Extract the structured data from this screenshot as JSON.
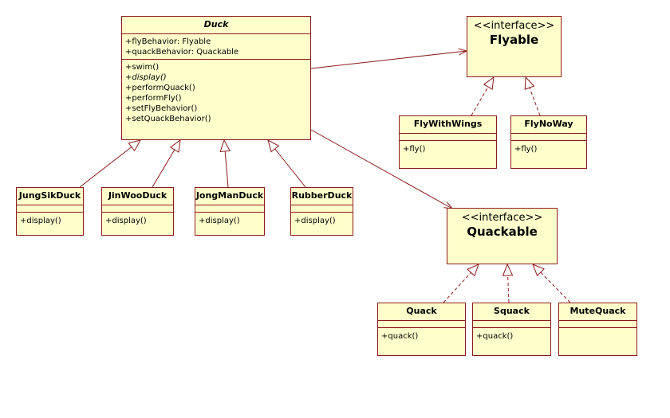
{
  "diagram": {
    "duck": {
      "name": "Duck",
      "attributes": [
        "+flyBehavior: Flyable",
        "+quackBehavior: Quackable"
      ],
      "operations": [
        "+swim()",
        "+display()",
        "+performQuack()",
        "+performFly()",
        "+setFlyBehavior()",
        "+setQuackBehavior()"
      ]
    },
    "subclasses": [
      {
        "name": "JungSikDuck",
        "op": "+display()"
      },
      {
        "name": "JinWooDuck",
        "op": "+display()"
      },
      {
        "name": "JongManDuck",
        "op": "+display()"
      },
      {
        "name": "RubberDuck",
        "op": "+display()"
      }
    ],
    "flyable": {
      "stereotype": "<<interface>>",
      "name": "Flyable"
    },
    "quackable": {
      "stereotype": "<<interface>>",
      "name": "Quackable"
    },
    "fly_impls": [
      {
        "name": "FlyWithWings",
        "op": "+fly()"
      },
      {
        "name": "FlyNoWay",
        "op": "+fly()"
      }
    ],
    "quack_impls": [
      {
        "name": "Quack",
        "op": "+quack()"
      },
      {
        "name": "Squack",
        "op": "+quack()"
      },
      {
        "name": "MuteQuack",
        "op": ""
      }
    ],
    "colors": {
      "box_fill": "#ffffcc",
      "line": "#8b1a1a"
    }
  }
}
